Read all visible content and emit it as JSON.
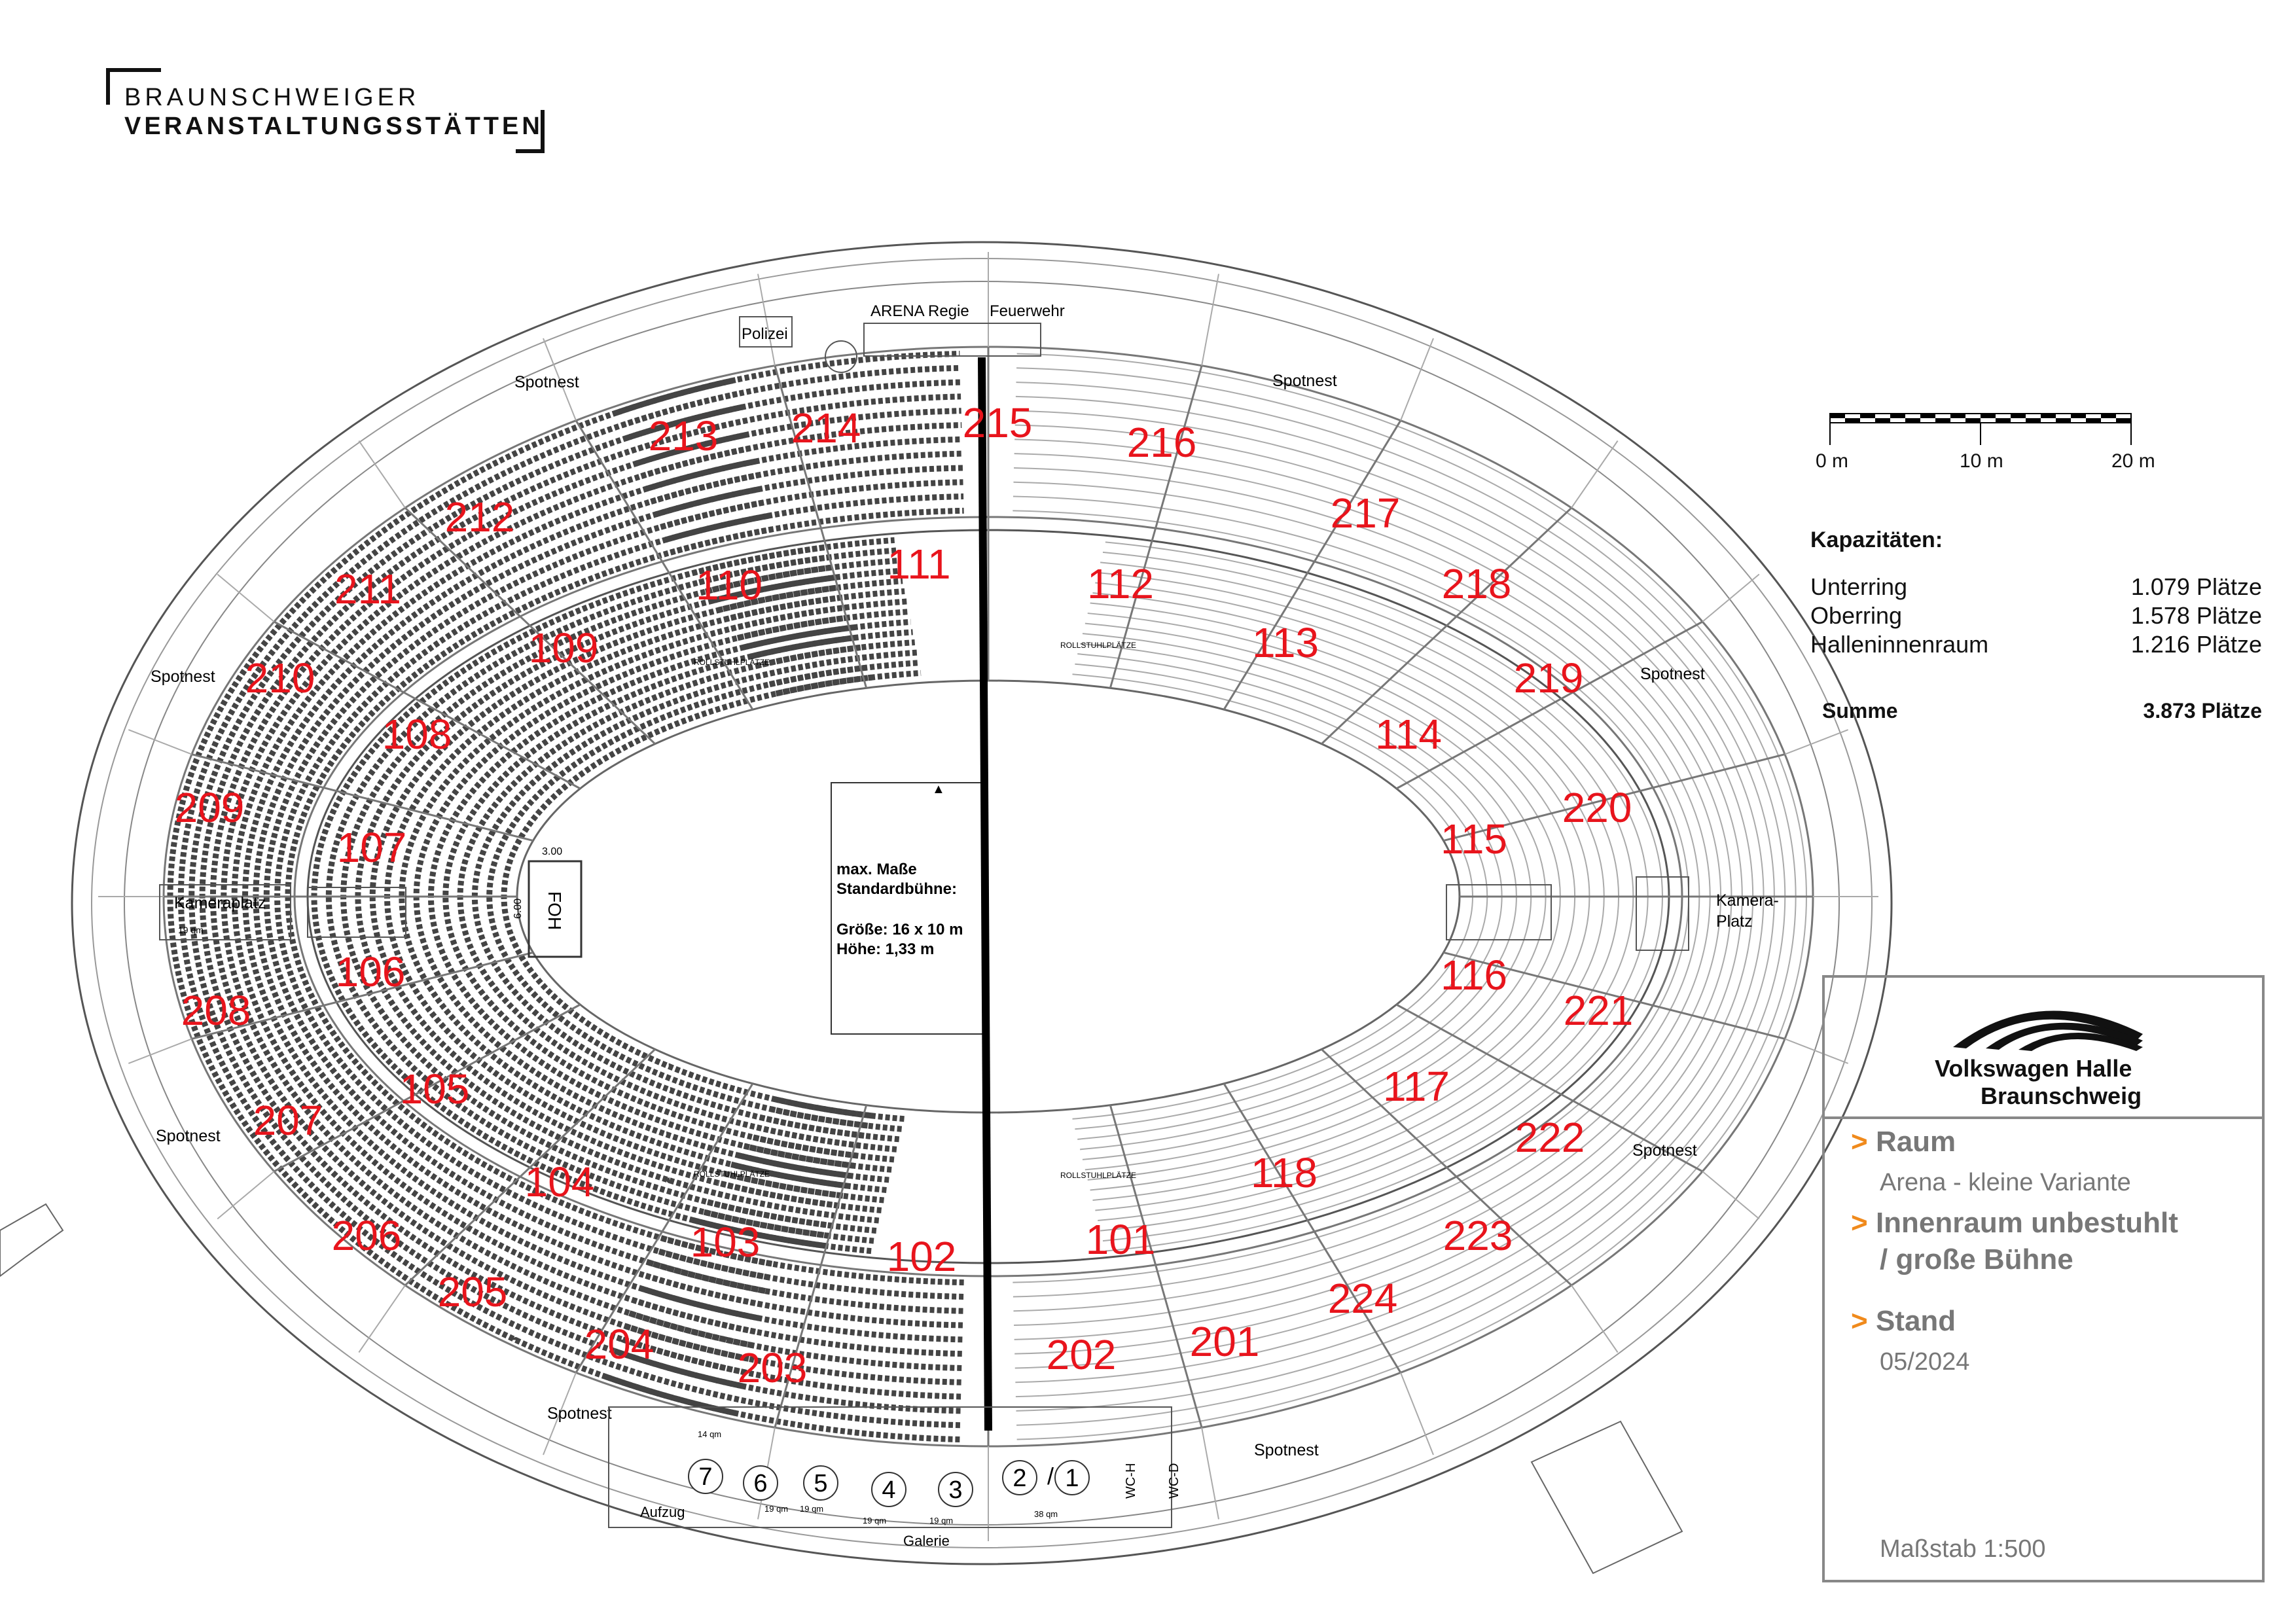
{
  "logo": {
    "line1": "BRAUNSCHWEIGER",
    "line2": "VERANSTALTUNGSSTÄTTEN"
  },
  "sections": {
    "lower": [
      "101",
      "102",
      "103",
      "104",
      "105",
      "106",
      "107",
      "108",
      "109",
      "110",
      "111",
      "112",
      "113",
      "114",
      "115",
      "116",
      "117",
      "118"
    ],
    "upper": [
      "201",
      "202",
      "203",
      "204",
      "205",
      "206",
      "207",
      "208",
      "209",
      "210",
      "211",
      "212",
      "213",
      "214",
      "215",
      "216",
      "217",
      "218",
      "219",
      "220",
      "221",
      "222",
      "223",
      "224"
    ],
    "color": "#e8141c"
  },
  "labels": {
    "arena_regie": "ARENA Regie",
    "feuerwehr": "Feuerwehr",
    "polizei": "Polizei",
    "spotnest": "Spotnest",
    "kameraplatz_left": "Kameraplatz",
    "kameraplatz_right_1": "Kamera-",
    "kameraplatz_right_2": "Platz",
    "foh": "FOH",
    "foh_w": "3.00",
    "foh_h": "6.00",
    "rollstuhl": "ROLLSTUHLPLÄTZE",
    "galerie": "Galerie",
    "aufzug": "Aufzug",
    "wc_h": "WC-H",
    "wc_d": "WC-D",
    "kamera_area": "19 qm",
    "loge_areas": [
      "14 qm",
      "19 qm",
      "19 qm",
      "19 qm",
      "19 qm",
      "38 qm"
    ],
    "logen": [
      "7",
      "6",
      "5",
      "4",
      "3",
      "2",
      "1"
    ]
  },
  "stage": {
    "line1": "max. Maße",
    "line2": "Standardbühne:",
    "line3": "Größe: 16 x 10 m",
    "line4": "Höhe:  1,33 m"
  },
  "scale": {
    "ticks": [
      "0 m",
      "10 m",
      "20 m"
    ],
    "note": "Maßstab 1:500"
  },
  "capacity": {
    "title": "Kapazitäten:",
    "rows": [
      {
        "label": "Unterring",
        "value": "1.079 Plätze"
      },
      {
        "label": "Oberring",
        "value": "1.578 Plätze"
      },
      {
        "label": "Halleninnenraum",
        "value": "1.216 Plätze"
      }
    ],
    "total_label": "Summe",
    "total_value": "3.873 Plätze"
  },
  "infobox": {
    "brand1": "Volkswagen Halle",
    "brand2": "Braunschweig",
    "h_raum": "Raum",
    "raum_val": "Arena - kleine Variante",
    "h_inner1": "Innenraum unbestuhlt",
    "h_inner2": "/ große Bühne",
    "h_stand": "Stand",
    "stand_val": "05/2024",
    "arrow": ">"
  }
}
